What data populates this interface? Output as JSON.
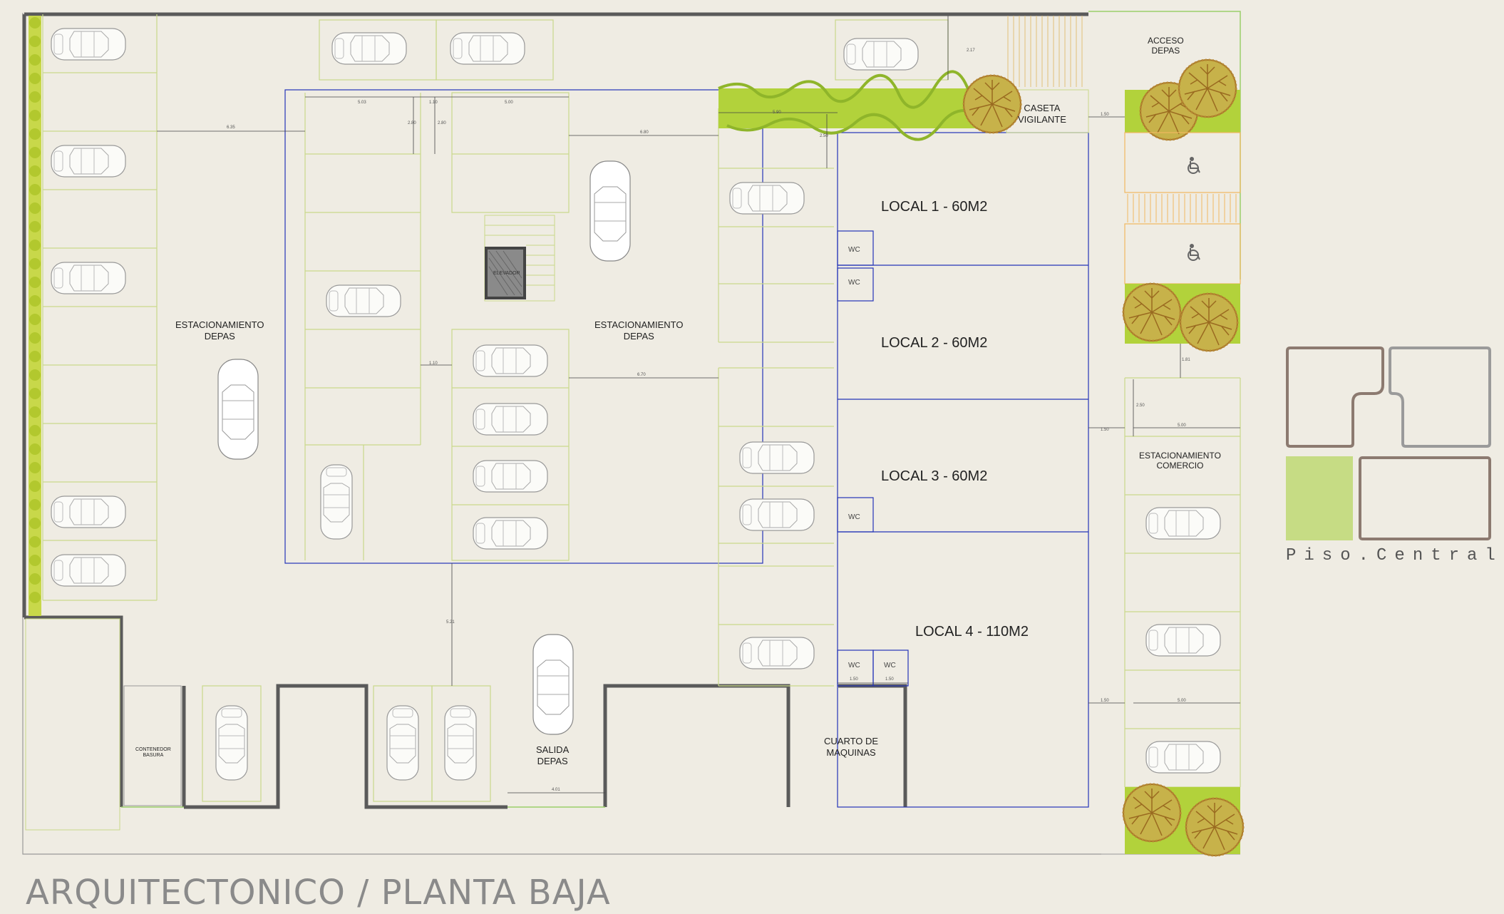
{
  "title": "ARQUITECTONICO / PLANTA BAJA",
  "brand": {
    "name": "Piso.Central",
    "colors": {
      "outline": "#8c7a70",
      "outline_light": "#9a9a9a",
      "green": "#c6dc84"
    }
  },
  "colors": {
    "wall": "#5a5a5a",
    "parking_line": "#c9d98a",
    "blue": "#2434b8",
    "green_area": "#b2d23b",
    "tree_brown": "#a8792a",
    "background": "#efece3",
    "orange_line": "#f0b860"
  },
  "rooms": {
    "local1": "LOCAL 1 - 60M2",
    "local2": "LOCAL 2 - 60M2",
    "local3": "LOCAL 3 - 60M2",
    "local4": "LOCAL 4 - 110M2",
    "caseta": "CASETA\nVIGILANTE",
    "acceso": "ACCESO\nDEPAS",
    "est_depas_left": "ESTACIONAMIENTO\nDEPAS",
    "est_depas_center": "ESTACIONAMIENTO\nDEPAS",
    "est_comercio": "ESTACIONAMIENTO\nCOMERCIO",
    "salida": "SALIDA\nDEPAS",
    "cuarto": "CUARTO DE\nMAQUINAS",
    "contenedor": "CONTENEDOR\nBASURA",
    "elevador": "ELEVADOR",
    "wc": "WC"
  },
  "dimensions": {
    "d1": "6.35",
    "d2": "5.03",
    "d3": "1.10",
    "d4": "5.00",
    "d5": "2.80",
    "d6": "2.80",
    "d7": "6.80",
    "d8": "5.90",
    "d9": "2.50",
    "d10": "2.17",
    "d11": "1.50",
    "d12": "1.10",
    "d13": "6.70",
    "d14": "5.21",
    "d15": "4.01",
    "d16": "1.50",
    "d17": "5.00",
    "d18": "2.50",
    "d19": "1.81",
    "d20": "1.50",
    "d21": "5.00",
    "d22": "1.50",
    "d23": "1.50"
  },
  "icons": {
    "accessible": "wheelchair-icon",
    "car": "car-icon",
    "tree": "tree-icon"
  }
}
